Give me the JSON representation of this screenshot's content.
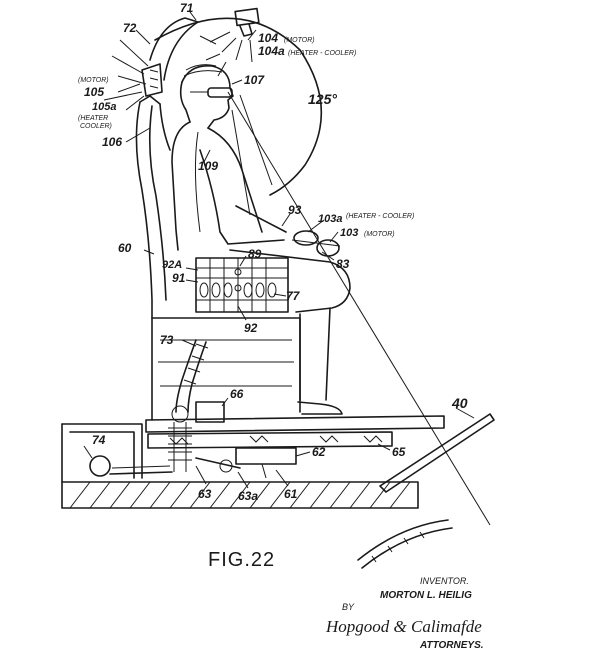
{
  "labels": {
    "l71": "71",
    "l72": "72",
    "l104": "104",
    "l104_note": "(MOTOR)",
    "l104a": "104a",
    "l104a_note": "(HEATER - COOLER)",
    "l105_note": "(MOTOR)",
    "l105": "105",
    "l105a": "105a",
    "l105a_note1": "(HEATER",
    "l105a_note2": "COOLER)",
    "l107": "107",
    "l125": "125°",
    "l106": "106",
    "l109": "109",
    "l93": "93",
    "l103a": "103a",
    "l103a_note": "(HEATER - COOLER)",
    "l103": "103",
    "l103_note": "(MOTOR)",
    "l60": "60",
    "l83": "83",
    "l92a": "92A",
    "l91": "91",
    "l89": "89",
    "l77": "77",
    "l92": "92",
    "l73": "73",
    "l66": "66",
    "l40": "40",
    "l74": "74",
    "l62": "62",
    "l65": "65",
    "l63": "63",
    "l63a": "63a",
    "l61": "61"
  },
  "caption": "FIG.22",
  "inventor": {
    "heading": "INVENTOR.",
    "name": "MORTON L. HEILIG"
  },
  "by": "BY",
  "signature": "Hopgood & Calimafde",
  "attorneys": "ATTORNEYS."
}
